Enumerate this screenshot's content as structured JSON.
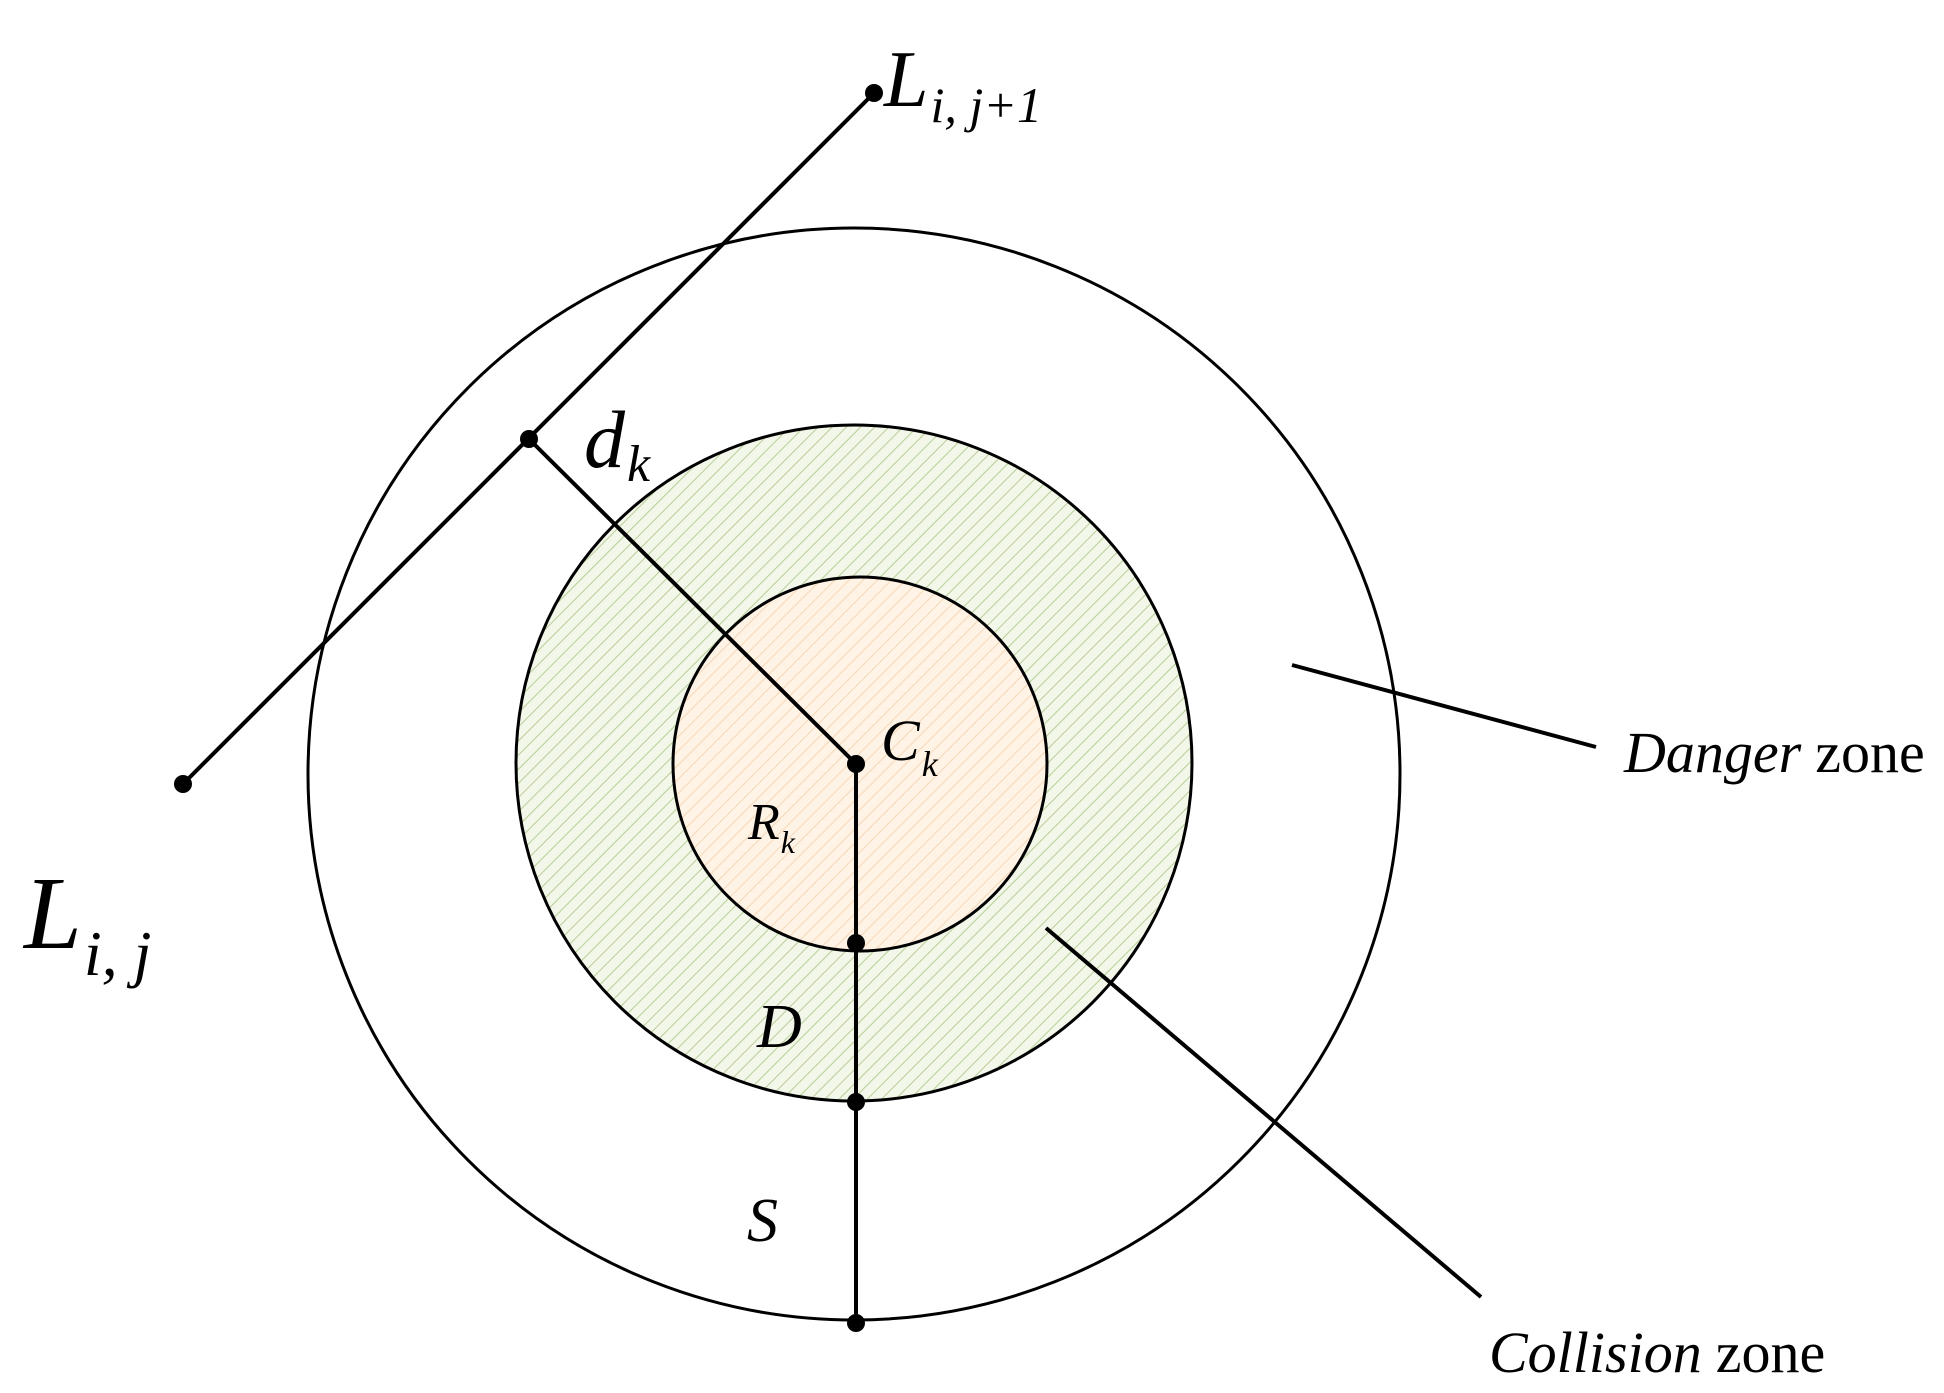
{
  "colors": {
    "line": "#000000",
    "collision_fill": "#f2f7ea",
    "collision_hatch": "#b7cf95",
    "inner_fill": "#fff3e6",
    "inner_hatch": "#f5d7b6",
    "background": "#ffffff"
  },
  "labels": {
    "point_start": {
      "main": "L",
      "sub": "i, j"
    },
    "point_end": {
      "main": "L",
      "sub": "i, j+1"
    },
    "distance": {
      "main": "d",
      "sub": "k"
    },
    "center": {
      "main": "C",
      "sub": "k"
    },
    "radius": {
      "main": "R",
      "sub": "k"
    },
    "collision_width": "D",
    "safety_width": "S",
    "danger_zone": {
      "emph": "Danger",
      "rest": "zone"
    },
    "collision_zone": {
      "emph": "Collision",
      "rest": "zone"
    }
  }
}
